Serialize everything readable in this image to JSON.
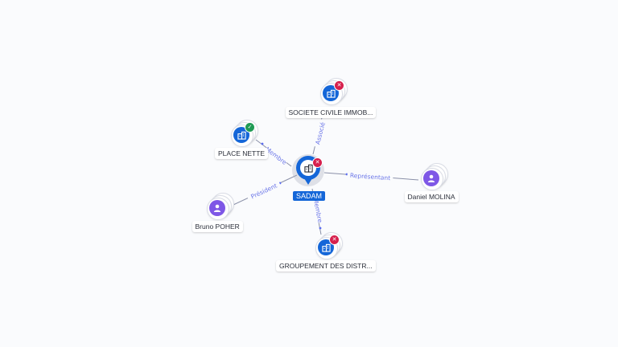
{
  "nodes": [
    {
      "id": "sadam",
      "label": "SADAM",
      "kind": "company",
      "status": "closed",
      "center": true,
      "icon": "building-icon"
    },
    {
      "id": "sci",
      "label": "SOCIETE CIVILE IMMOB...",
      "kind": "company",
      "status": "closed",
      "icon": "building-icon"
    },
    {
      "id": "place",
      "label": "PLACE NETTE",
      "kind": "company",
      "status": "active",
      "icon": "building-icon"
    },
    {
      "id": "daniel",
      "label": "Daniel MOLINA",
      "kind": "person",
      "status": "none",
      "icon": "person-icon"
    },
    {
      "id": "bruno",
      "label": "Bruno POHER",
      "kind": "person",
      "status": "none",
      "icon": "person-icon"
    },
    {
      "id": "groupement",
      "label": "GROUPEMENT DES DISTR...",
      "kind": "company",
      "status": "closed",
      "icon": "building-icon"
    }
  ],
  "edges": [
    {
      "from": "sadam",
      "to": "sci",
      "label": "Associé"
    },
    {
      "from": "sadam",
      "to": "place",
      "label": "Membre"
    },
    {
      "from": "daniel",
      "to": "sadam",
      "label": "Représentant"
    },
    {
      "from": "bruno",
      "to": "sadam",
      "label": "Président"
    },
    {
      "from": "sadam",
      "to": "groupement",
      "label": "Membre"
    }
  ],
  "colors": {
    "company": "#1466d8",
    "person": "#7e57e6",
    "closed_badge": "#d6204d",
    "active_badge": "#1f9a54",
    "edge_label": "#6b76e8"
  }
}
